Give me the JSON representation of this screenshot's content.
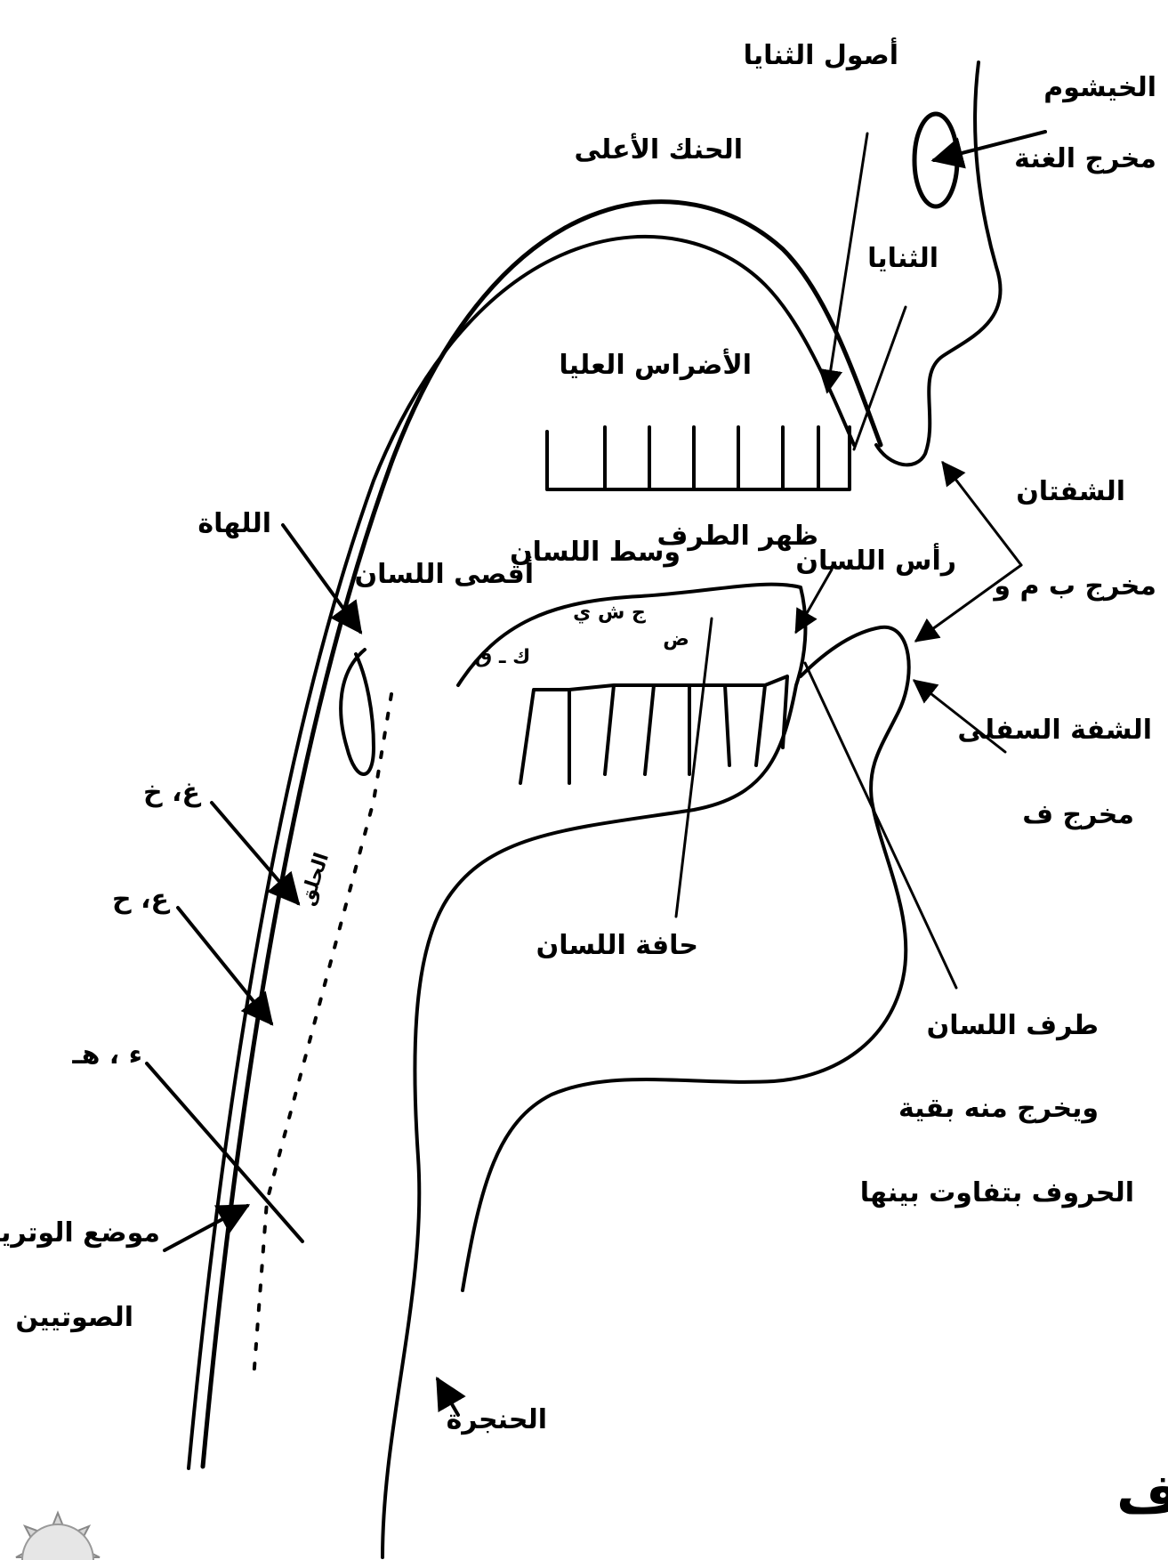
{
  "title": "رسم توضيحي لمخارج الحروف",
  "labels": {
    "nasal_cavity": "الخيشوم",
    "ghunna_exit": "مخرج الغنة",
    "incisor_roots": "أصول الثنايا",
    "upper_palate": "الحنك الأعلى",
    "incisors": "الثنايا",
    "upper_molars": "الأضراس العليا",
    "lips": "الشفتان",
    "lips_exit": "مخرج ب م و",
    "uvula": "اللهاة",
    "tongue_head": "رأس اللسان",
    "tongue_tip_back": "ظهر الطرف",
    "tongue_middle": "وسط اللسان",
    "tongue_back": "أقصى اللسان",
    "lower_lip": "الشفة السفلى",
    "lower_lip_exit": "مخرج ف",
    "gh_kh": "غ، خ",
    "ain_ha": "ع، ح",
    "hamza_ha": "ء ، هـ",
    "tongue_edge": "حافة اللسان",
    "tongue_tip_line1": "طرف اللسان",
    "tongue_tip_line2": "ويخرج منه بقية",
    "tongue_tip_line3": "الحروف بتفاوت بينها",
    "vocal_cords_line1": "موضع الوترين",
    "vocal_cords_line2": "الصوتيين",
    "larynx": "الحنجرة"
  },
  "tongue_letters": {
    "dad": "ض",
    "jsy": "ج ش ي",
    "qk": "ك ـ ق",
    "throat_side": "الحلق"
  }
}
